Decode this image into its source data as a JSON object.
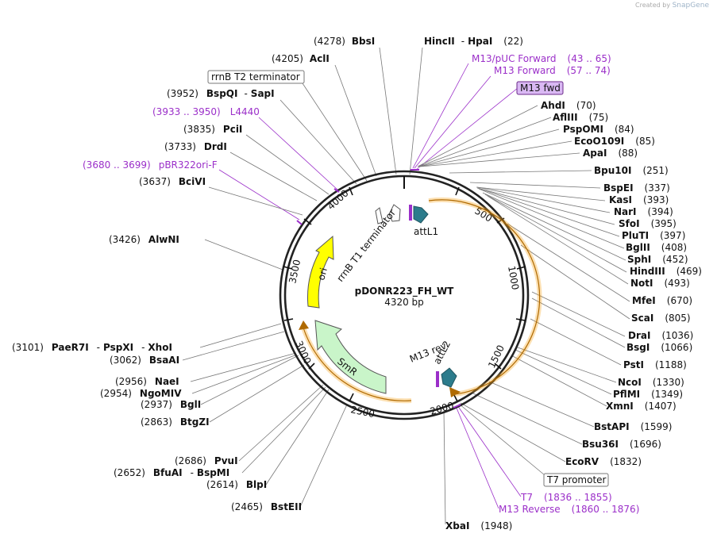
{
  "header": {
    "credit_prefix": "Created by",
    "credit_app": "SnapGene"
  },
  "plasmid": {
    "name": "pDONR223_FH_WT",
    "size_label": "4320 bp"
  },
  "colors": {
    "enzyme": "#111111",
    "primer": "#9b2fc9",
    "primer_fill": "#d9b8f3",
    "backbone": "#222222",
    "ori": "#ffff00",
    "smr": "#c9f5c9",
    "att": "#2c7c8c",
    "term": "#ffffff",
    "orange": "#f5a623"
  },
  "ticks": [
    "500",
    "1000",
    "1500",
    "2000",
    "2500",
    "3000",
    "3500",
    "4000"
  ],
  "features": {
    "ori": "ori",
    "smr": "SmR",
    "rrnb_t1": "rrnB T1 terminator",
    "attl1": "attL1",
    "attl2": "attL2",
    "m13rev": "M13 rev"
  },
  "labels": [
    {
      "num": "(4278)",
      "name": "BbsI"
    },
    {
      "name": "HincII",
      "sep": "-",
      "name2": "HpaI",
      "num": "(22)"
    },
    {
      "num": "(4205)",
      "name": "AclI"
    },
    {
      "text": "M13/pUC Forward",
      "range": "(43 .. 65)",
      "kind": "primer"
    },
    {
      "text": "M13 Forward",
      "range": "(57 .. 74)",
      "kind": "primer"
    },
    {
      "text": "rrnB T2 terminator",
      "kind": "boxed"
    },
    {
      "text": "M13 fwd",
      "kind": "primer_box"
    },
    {
      "num": "(3952)",
      "name": "BspQI",
      "sep": "-",
      "name2": "SapI"
    },
    {
      "name": "AhdI",
      "num": "(70)"
    },
    {
      "name": "AflIII",
      "num": "(75)"
    },
    {
      "range": "(3933 .. 3950)",
      "text": "L4440",
      "kind": "primer"
    },
    {
      "name": "PspOMI",
      "num": "(84)"
    },
    {
      "num": "(3835)",
      "name": "PciI"
    },
    {
      "name": "EcoO109I",
      "num": "(85)"
    },
    {
      "num": "(3733)",
      "name": "DrdI"
    },
    {
      "name": "ApaI",
      "num": "(88)"
    },
    {
      "range": "(3680 .. 3699)",
      "text": "pBR322ori-F",
      "kind": "primer"
    },
    {
      "name": "Bpu10I",
      "num": "(251)"
    },
    {
      "num": "(3637)",
      "name": "BciVI"
    },
    {
      "name": "BspEI",
      "num": "(337)"
    },
    {
      "name": "KasI",
      "num": "(393)"
    },
    {
      "name": "NarI",
      "num": "(394)"
    },
    {
      "name": "SfoI",
      "num": "(395)"
    },
    {
      "num": "(3426)",
      "name": "AlwNI"
    },
    {
      "name": "PluTI",
      "num": "(397)"
    },
    {
      "name": "BglII",
      "num": "(408)"
    },
    {
      "name": "SphI",
      "num": "(452)"
    },
    {
      "name": "HindIII",
      "num": "(469)"
    },
    {
      "name": "NotI",
      "num": "(493)"
    },
    {
      "name": "MfeI",
      "num": "(670)"
    },
    {
      "name": "ScaI",
      "num": "(805)"
    },
    {
      "name": "DraI",
      "num": "(1036)"
    },
    {
      "num": "(3101)",
      "name": "PaeR7I",
      "sep": "-",
      "name2": "PspXI",
      "sep2": "-",
      "name3": "XhoI"
    },
    {
      "name": "BsgI",
      "num": "(1066)"
    },
    {
      "num": "(3062)",
      "name": "BsaAI"
    },
    {
      "name": "PstI",
      "num": "(1188)"
    },
    {
      "num": "(2956)",
      "name": "NaeI"
    },
    {
      "name": "NcoI",
      "num": "(1330)"
    },
    {
      "num": "(2954)",
      "name": "NgoMIV"
    },
    {
      "name": "PflMI",
      "num": "(1349)"
    },
    {
      "num": "(2937)",
      "name": "BglI"
    },
    {
      "name": "XmnI",
      "num": "(1407)"
    },
    {
      "num": "(2863)",
      "name": "BtgZI"
    },
    {
      "name": "BstAPI",
      "num": "(1599)"
    },
    {
      "name": "Bsu36I",
      "num": "(1696)"
    },
    {
      "num": "(2686)",
      "name": "PvuI"
    },
    {
      "name": "EcoRV",
      "num": "(1832)"
    },
    {
      "num": "(2652)",
      "name": "BfuAI",
      "sep": "-",
      "name2": "BspMI"
    },
    {
      "text": "T7 promoter",
      "kind": "boxed"
    },
    {
      "num": "(2614)",
      "name": "BlpI"
    },
    {
      "text": "T7",
      "range": "(1836 .. 1855)",
      "kind": "primer"
    },
    {
      "text": "M13 Reverse",
      "range": "(1860 .. 1876)",
      "kind": "primer"
    },
    {
      "num": "(2465)",
      "name": "BstEII"
    },
    {
      "name": "XbaI",
      "num": "(1948)"
    }
  ]
}
